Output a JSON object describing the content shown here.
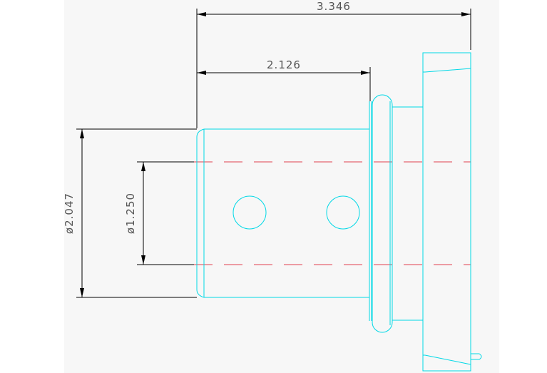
{
  "drawing": {
    "dim_overall_length": "3.346",
    "dim_body_length": "2.126",
    "dim_outer_diameter": "ø2.047",
    "dim_bore_diameter": "ø1.250"
  },
  "colors": {
    "geometry": "#00d8e6",
    "dimensions": "#000000",
    "centerlines": "#e0404f",
    "background": "#f7f7f7"
  }
}
